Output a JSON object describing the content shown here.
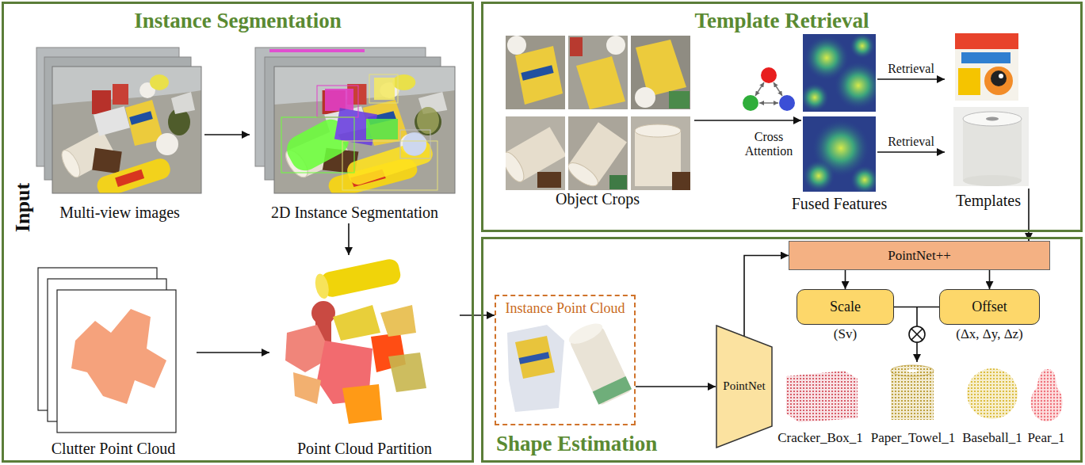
{
  "diagram": {
    "nodes": [
      {
        "text": [
          "Instance Segmentation"
        ]
      },
      {
        "text": [
          "Multi-view images"
        ],
        "in": 0
      },
      {
        "text": [
          "2D Instance Segmentation"
        ],
        "in": 0
      },
      {
        "text": [
          "Clutter Point Cloud"
        ],
        "in": 0
      },
      {
        "text": [
          "Point Cloud Partition"
        ],
        "in": 0
      },
      {
        "text": [
          "Template Retrieval"
        ]
      },
      {
        "text": [
          "Object Crops"
        ],
        "in": 5
      },
      {
        "text": [
          "Fused Features"
        ],
        "in": 5
      },
      {
        "text": [
          "Templates"
        ],
        "in": 5
      },
      {
        "text": [
          "Shape Estimation"
        ]
      },
      {
        "text": [
          "Instance Point Cloud"
        ],
        "in": 9
      },
      {
        "text": [
          "PointNet"
        ],
        "in": 9
      },
      {
        "text": [
          "PointNet++"
        ],
        "in": 9
      },
      {
        "text": [
          "Scale",
          "(Sv)"
        ],
        "in": 9
      },
      {
        "text": [
          "Offset",
          "(Δx, Δy, Δz)"
        ],
        "in": 9
      }
    ],
    "edges": [
      {
        "from": 1,
        "to": 2,
        "arrow": "to"
      },
      {
        "from": 3,
        "to": 4,
        "arrow": "to"
      },
      {
        "from": 2,
        "to": 4,
        "arrow": "to"
      },
      {
        "from": 4,
        "to": 10,
        "arrow": "to"
      },
      {
        "from": 6,
        "to": 7,
        "arrow": "to"
      },
      {
        "from": 7,
        "to": 8,
        "label": "Retrieval",
        "arrow": "to"
      },
      {
        "from": 7,
        "to": 8,
        "label": "Retrieval",
        "arrow": "to"
      },
      {
        "from": 8,
        "to": 12,
        "arrow": "to"
      },
      {
        "from": 10,
        "to": 11,
        "arrow": "to"
      },
      {
        "from": 11,
        "to": 12,
        "arrow": "to"
      },
      {
        "from": 12,
        "to": 13,
        "arrow": "to"
      },
      {
        "from": 12,
        "to": 14,
        "arrow": "to"
      },
      {
        "from": 13,
        "to": 14,
        "arrow": "none"
      }
    ],
    "labels": [
      "Input",
      "Cross Attention",
      "Cracker_Box_1",
      "Paper_Towel_1",
      "Baseball_1",
      "Pear_1"
    ]
  }
}
